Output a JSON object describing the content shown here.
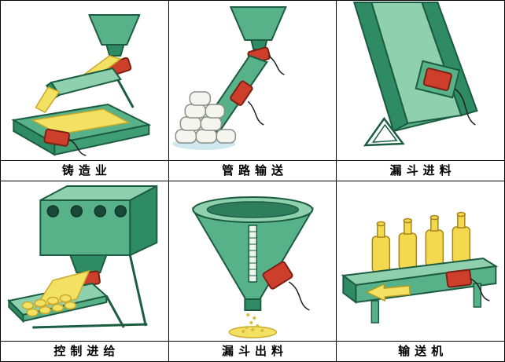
{
  "table": {
    "rows": 2,
    "cols": 3,
    "description_names": [
      "applications-grid"
    ]
  },
  "cells": [
    {
      "label": "铸造业",
      "illustration": "foundry-casting-illustration"
    },
    {
      "label": "管路输送",
      "illustration": "pipeline-transport-illustration"
    },
    {
      "label": "漏斗进料",
      "illustration": "hopper-feed-in-illustration"
    },
    {
      "label": "控制进给",
      "illustration": "controlled-feeding-illustration"
    },
    {
      "label": "漏斗出料",
      "illustration": "hopper-discharge-illustration"
    },
    {
      "label": "输送机",
      "illustration": "conveyor-illustration"
    }
  ],
  "colors": {
    "machine_green_light": "#8fd0ae",
    "machine_green": "#57b189",
    "machine_green_dark": "#2e8b64",
    "outline_green": "#1c5c40",
    "material_yellow": "#f2e163",
    "material_yellow_dark": "#c9a92c",
    "motor_red": "#cd3f2a",
    "motor_red_dark": "#7d2114",
    "border": "#000000"
  }
}
